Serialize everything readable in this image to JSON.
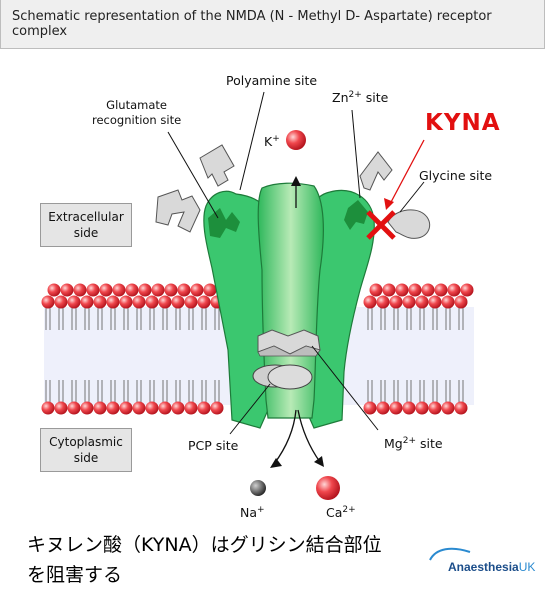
{
  "header": {
    "title": "Schematic representation of the NMDA (N - Methyl D- Aspartate) receptor complex"
  },
  "boxes": {
    "extracellular": [
      "Extracellular",
      "side"
    ],
    "cytoplasmic": [
      "Cytoplasmic",
      "side"
    ]
  },
  "labels": {
    "polyamine": "Polyamine site",
    "zn": "Zn",
    "zn_sup": "2+",
    "zn_tail": " site",
    "glutamate": [
      "Glutamate",
      "recognition site"
    ],
    "glycine": "Glycine site",
    "kyna": "KYNA",
    "k": "K",
    "k_sup": "+",
    "pcp": "PCP  site",
    "mg": "Mg",
    "mg_sup": "2+",
    "mg_tail": " site",
    "na": "Na",
    "na_sup": "+",
    "ca": "Ca",
    "ca_sup": "2+"
  },
  "caption": {
    "line1": "キヌレン酸（KYNA）はグリシン結合部位",
    "line2": "を阻害する"
  },
  "brand": {
    "name": "Anaesthesia",
    "suffix": "UK"
  },
  "colors": {
    "receptor": "#35c46a",
    "receptor_dark": "#1d8f3c",
    "lipid_head": "#e8323a",
    "membrane": "#eef0fb",
    "kyna": "#e21010"
  }
}
